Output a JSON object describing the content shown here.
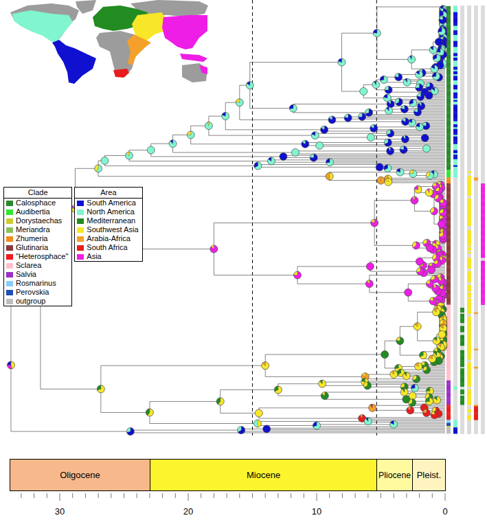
{
  "diagram": {
    "nodes": [
      {
        "text": [
          "Clade"
        ]
      },
      {
        "text": [
          "Area"
        ]
      },
      {
        "text": [
          "Oligocene"
        ]
      },
      {
        "text": [
          "Miocene"
        ]
      },
      {
        "text": [
          "Pliocene"
        ]
      },
      {
        "text": [
          "Pleist."
        ]
      }
    ],
    "labels": [
      "30",
      "20",
      "10",
      "0"
    ],
    "legend": [
      {
        "text": "Calosphace",
        "color": "#2b8a2b"
      },
      {
        "text": "Audibertia",
        "color": "#33e633"
      },
      {
        "text": "Dorystaechas",
        "color": "#cccc33"
      },
      {
        "text": "Meriandra",
        "color": "#8fbf5a"
      },
      {
        "text": "Zhumeria",
        "color": "#f08c1e"
      },
      {
        "text": "Glutinaria",
        "color": "#8b3a3a"
      },
      {
        "text": "\"Heterosphace\"",
        "color": "#ee1c1c"
      },
      {
        "text": "Sclarea",
        "color": "#ffc0cb"
      },
      {
        "text": "Salvia",
        "color": "#9b30c8"
      },
      {
        "text": "Rosmarinus",
        "color": "#87cefa"
      },
      {
        "text": "Perovskia",
        "color": "#1f4fb4"
      },
      {
        "text": "outgroup",
        "color": "#bebebe"
      },
      {
        "text": "South America",
        "color": "#1010d0"
      },
      {
        "text": "North America",
        "color": "#80f5d0"
      },
      {
        "text": "Mediterranean",
        "color": "#228b22"
      },
      {
        "text": "Southwest Asia",
        "color": "#f7e728"
      },
      {
        "text": "Arabia-Africa",
        "color": "#f5a02a"
      },
      {
        "text": "South Africa",
        "color": "#e81c1c"
      },
      {
        "text": "Asia",
        "color": "#ee1ee6"
      }
    ]
  }
}
